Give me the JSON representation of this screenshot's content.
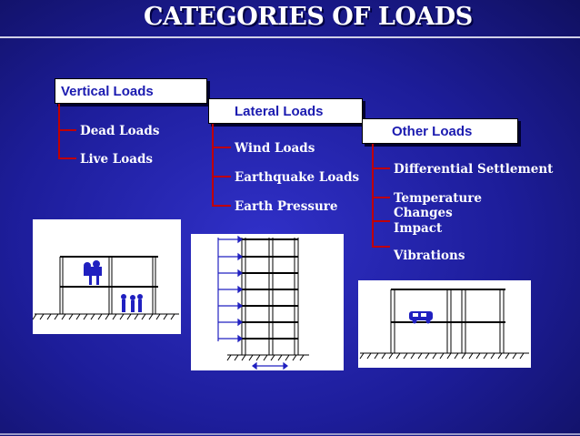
{
  "title": "CATEGORIES OF LOADS",
  "categories": [
    {
      "label": "Vertical Loads",
      "items": [
        "Dead Loads",
        "Live Loads"
      ]
    },
    {
      "label": "Lateral Loads",
      "items": [
        "Wind Loads",
        "Earthquake Loads",
        "Earth Pressure"
      ]
    },
    {
      "label": "Other Loads",
      "items": [
        "Differential Settlement",
        "Temperature Changes",
        "Impact",
        "Vibrations"
      ]
    }
  ],
  "colors": {
    "background": "#1d1d9a",
    "header_text": "#1b1bb0",
    "connector": "#c00000",
    "text": "#ffffff"
  }
}
